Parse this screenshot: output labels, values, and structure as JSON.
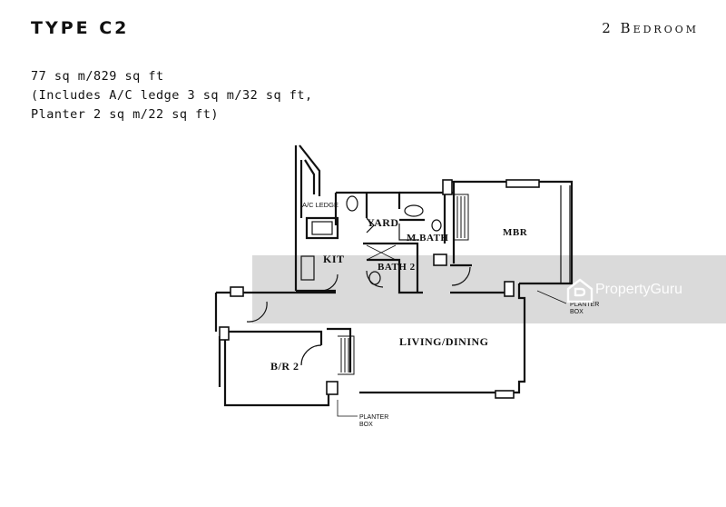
{
  "header": {
    "unit_type": "TYPE C2",
    "bedroom_label": "2 Bedroom"
  },
  "area": {
    "line1": "77 sq m/829 sq ft",
    "line2": "(Includes A/C ledge 3 sq m/32 sq ft,",
    "line3": "Planter 2 sq m/22 sq ft)"
  },
  "rooms": {
    "ac_ledge": "A/C LEDGE",
    "yard": "YARD",
    "kit": "KIT",
    "m_bath": "M.BATH",
    "bath_2": "BATH 2",
    "mbr": "MBR",
    "living_dining": "LIVING/DINING",
    "br2": "B/R 2"
  },
  "planter_labels": {
    "right_line1": "PLANTER",
    "right_line2": "BOX",
    "bottom_line1": "PLANTER",
    "bottom_line2": "BOX"
  },
  "watermark": {
    "brand": "PropertyGuru",
    "logo_icon": "propertyguru-logo-icon"
  },
  "colors": {
    "wall": "#111111",
    "banner": "#969696"
  }
}
